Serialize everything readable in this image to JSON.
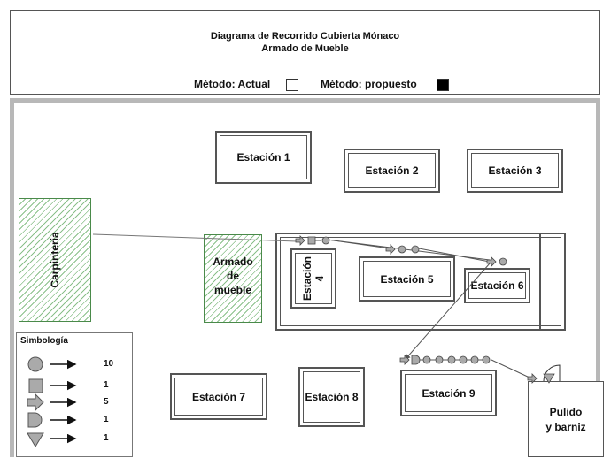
{
  "header": {
    "title_line1": "Diagrama de Recorrido Cubierta Mónaco",
    "title_line2": "Armado de Mueble",
    "method_actual_label": "Método: Actual",
    "method_propuesto_label": "Método: propuesto"
  },
  "areas": {
    "carpinteria": "Carpinteria",
    "armado_line1": "Armado",
    "armado_line2": "de",
    "armado_line3": "mueble"
  },
  "stations": {
    "s1": "Estación 1",
    "s2": "Estación 2",
    "s3": "Estación 3",
    "s4_line1": "Estación",
    "s4_line2": "4",
    "s5": "Estación 5",
    "s6": "Estación 6",
    "s7": "Estación 7",
    "s8": "Estación 8",
    "s9": "Estación 9",
    "pulido_line1": "Pulido",
    "pulido_line2": "y barniz"
  },
  "legend": {
    "title": "Simbología",
    "items": [
      {
        "symbol": "circle-operation",
        "count": "10"
      },
      {
        "symbol": "square-inspection",
        "count": "1"
      },
      {
        "symbol": "arrow-transport",
        "count": "5"
      },
      {
        "symbol": "d-delay",
        "count": "1"
      },
      {
        "symbol": "triangle-storage",
        "count": "1"
      }
    ]
  },
  "colors": {
    "hatch": "#8ac08a",
    "symbol_fill": "#aaaaaa",
    "floor_border": "#b8b8b8"
  }
}
